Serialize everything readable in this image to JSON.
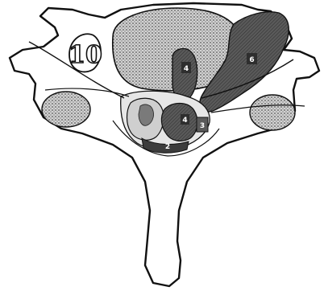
{
  "figure": {
    "labels": {
      "label_10": "10",
      "label_6": "6",
      "label_4_upper": "4",
      "label_4_lower": "4",
      "label_2": "2",
      "label_3": "3"
    },
    "colors": {
      "outline": "#111111",
      "stipple": "#8a8a8a",
      "dark_region": "#4a4a4a",
      "medium_region": "#6b6b6b",
      "light_region": "#d9d9d9",
      "background": "#ffffff"
    }
  }
}
